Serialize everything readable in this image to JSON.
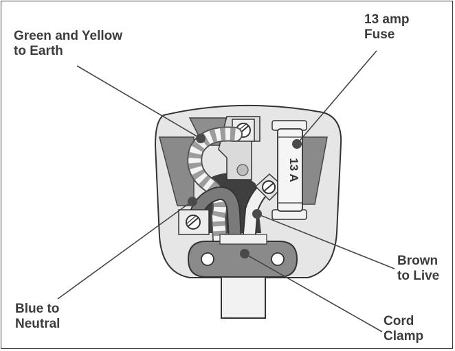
{
  "labels": {
    "earth": {
      "line1": "Green and Yellow",
      "line2": "to Earth"
    },
    "fuse": {
      "line1": "13 amp",
      "line2": "Fuse"
    },
    "live": {
      "line1": "Brown",
      "line2": "to Live"
    },
    "neutral": {
      "line1": "Blue to",
      "line2": "Neutral"
    },
    "clamp": {
      "line1": "Cord",
      "line2": "Clamp"
    }
  },
  "fuse_rating": "13 A",
  "colors": {
    "plug_body": "#e6e6e6",
    "pin": "#8a8a8a",
    "dark": "#4a4a4a",
    "outline": "#333333",
    "label_text": "#3c3c3c"
  }
}
